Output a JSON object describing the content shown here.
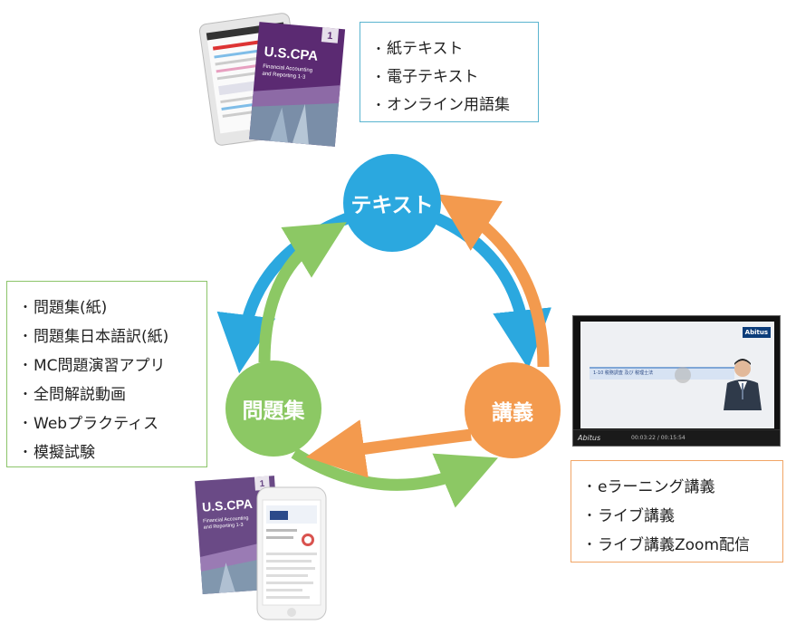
{
  "nodes": {
    "text": "テキスト",
    "problems": "問題集",
    "lecture": "講義"
  },
  "text_materials": {
    "items": [
      "紙テキスト",
      "電子テキスト",
      "オンライン用語集"
    ]
  },
  "problem_materials": {
    "items": [
      "問題集(紙)",
      "問題集日本語訳(紙)",
      "MC問題演習アプリ",
      "全問解説動画",
      "Webプラクティス",
      "模擬試験"
    ]
  },
  "lecture_materials": {
    "items": [
      "eラーニング講義",
      "ライブ講義",
      "ライブ講義Zoom配信"
    ]
  },
  "bullet": "・",
  "book": {
    "title": "U.S.CPA",
    "subtitle_line1": "Financial Accounting",
    "subtitle_line2": "and Reporting 1-3",
    "volume": "1"
  },
  "video": {
    "brand": "Abitus",
    "logo": "Abitus",
    "slide_heading": "1-10 税務調査 及び 税理士法",
    "time": "00:03:22 / 00:15:54"
  },
  "colors": {
    "text_node": "#2ba8df",
    "problems_node": "#8cc864",
    "lecture_node": "#f39a4e",
    "book_purple": "#5b2a72"
  }
}
